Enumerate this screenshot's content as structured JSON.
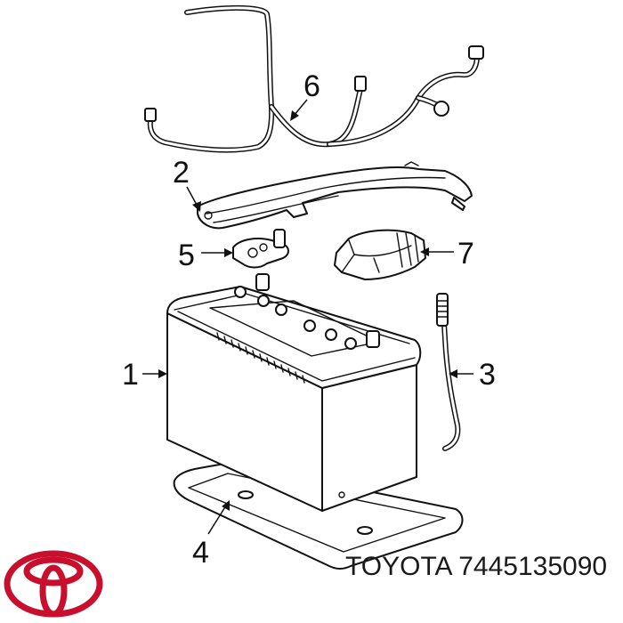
{
  "callouts": {
    "c1": "1",
    "c2": "2",
    "c3": "3",
    "c4": "4",
    "c5": "5",
    "c6": "6",
    "c7": "7"
  },
  "footer": {
    "brand": "TOYOTA",
    "part_number": "7445135090",
    "label": "TOYOTA 7445135090",
    "logo_icon": "toyota-logo-icon",
    "logo_color": "#c8102e"
  }
}
